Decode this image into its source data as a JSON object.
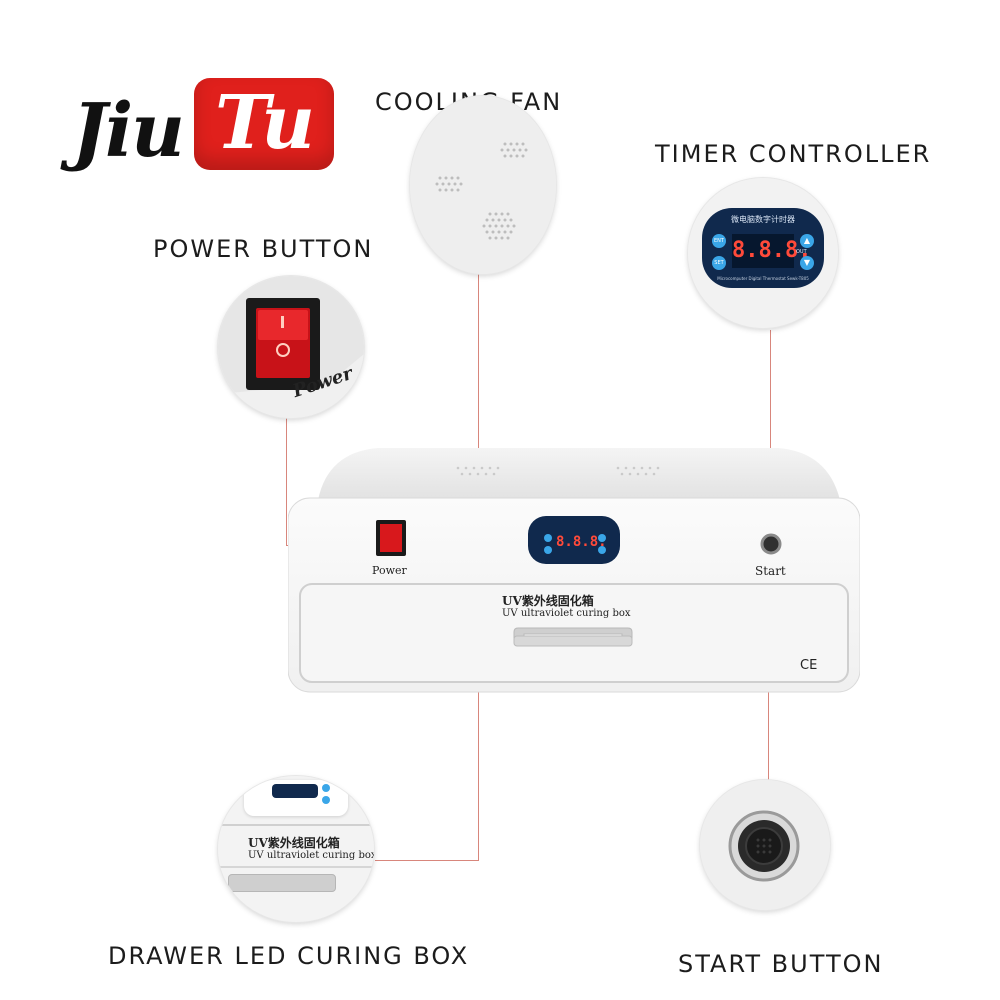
{
  "logo": {
    "part1": "Jiu",
    "part2": "Tu"
  },
  "labels": {
    "cooling_fan": "COOLING FAN",
    "timer_controller": "TIMER CONTROLLER",
    "power_button": "POWER BUTTON",
    "drawer_box": "DRAWER LED CURING BOX",
    "start_button": "START BUTTON"
  },
  "device": {
    "power_label": "Power",
    "start_label": "Start",
    "drawer_cn": "UV紫外线固化箱",
    "drawer_en": "UV ultraviolet curing box",
    "display": "8.8.8.",
    "ce_mark": "CE"
  },
  "controller": {
    "title_cn": "微电脑数字计时器",
    "display": "8.8.8.",
    "btn_ent": "ENT",
    "btn_set": "SET",
    "out_label": "OUT",
    "footer": "Microcomputer Digital Thermostat Sewk-T805"
  },
  "power_zoom": {
    "label": "Power"
  },
  "drawer_zoom": {
    "cn": "UV紫外线固化箱",
    "en": "UV ultraviolet curing box"
  },
  "colors": {
    "logo_red": "#e0201c",
    "switch_red": "#d8181c",
    "leader": "#d8867c",
    "panel": "#10294d",
    "button_blue": "#3aa6e8"
  }
}
